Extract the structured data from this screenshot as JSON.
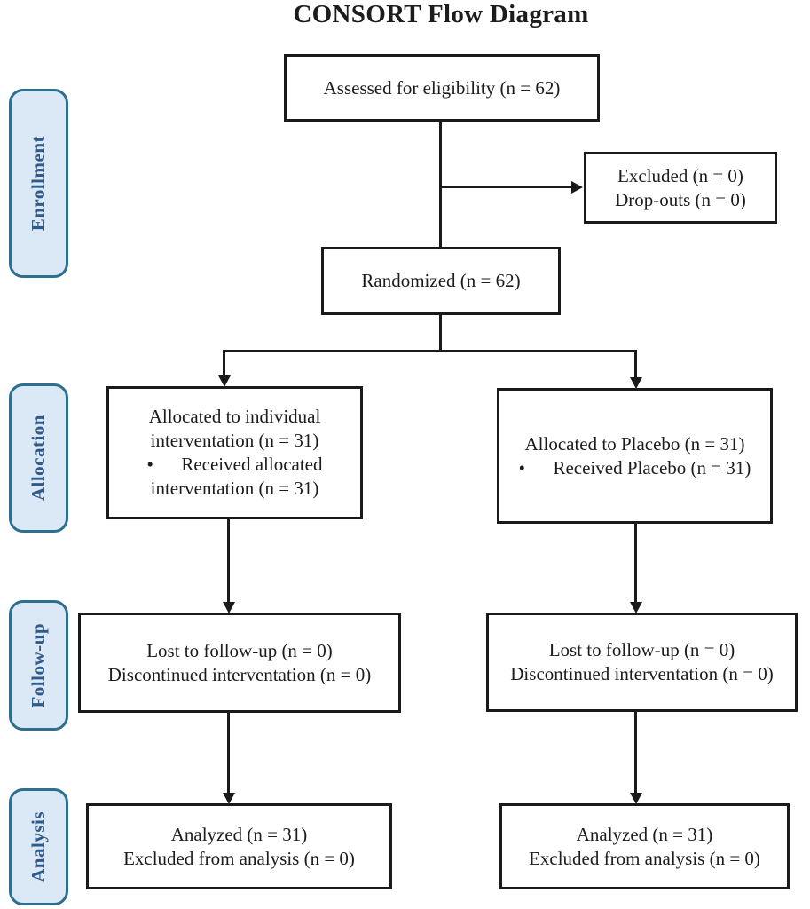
{
  "title": "CONSORT Flow Diagram",
  "colors": {
    "box_border": "#1a1a1a",
    "text": "#1c1c1c",
    "stage_fill": "#dbe8f5",
    "stage_border": "#2e6e8e",
    "stage_text": "#2e5a8c",
    "connector": "#1a1a1a"
  },
  "stages": {
    "enrollment": "Enrollment",
    "allocation": "Allocation",
    "followup": "Follow-up",
    "analysis": "Analysis"
  },
  "boxes": {
    "assessed": {
      "lines": [
        "Assessed for eligibility (n = 62)"
      ]
    },
    "excluded": {
      "lines": [
        "Excluded (n = 0)",
        "Drop-outs (n = 0)"
      ]
    },
    "randomized": {
      "lines": [
        "Randomized (n = 62)"
      ]
    },
    "alloc_left": {
      "lines": [
        "Allocated to individual",
        "interventation (n = 31)",
        "•      Received allocated",
        "interventation (n = 31)"
      ]
    },
    "alloc_right": {
      "lines": [
        "Allocated to Placebo (n = 31)",
        "•      Received Placebo (n = 31)"
      ]
    },
    "followup_left": {
      "lines": [
        "Lost to follow-up (n = 0)",
        "Discontinued interventation (n = 0)"
      ]
    },
    "followup_right": {
      "lines": [
        "Lost to follow-up (n = 0)",
        "Discontinued interventation (n = 0)"
      ]
    },
    "analysis_left": {
      "lines": [
        "Analyzed (n = 31)",
        "Excluded from analysis (n = 0)"
      ]
    },
    "analysis_right": {
      "lines": [
        "Analyzed (n = 31)",
        "Excluded from analysis (n = 0)"
      ]
    }
  }
}
